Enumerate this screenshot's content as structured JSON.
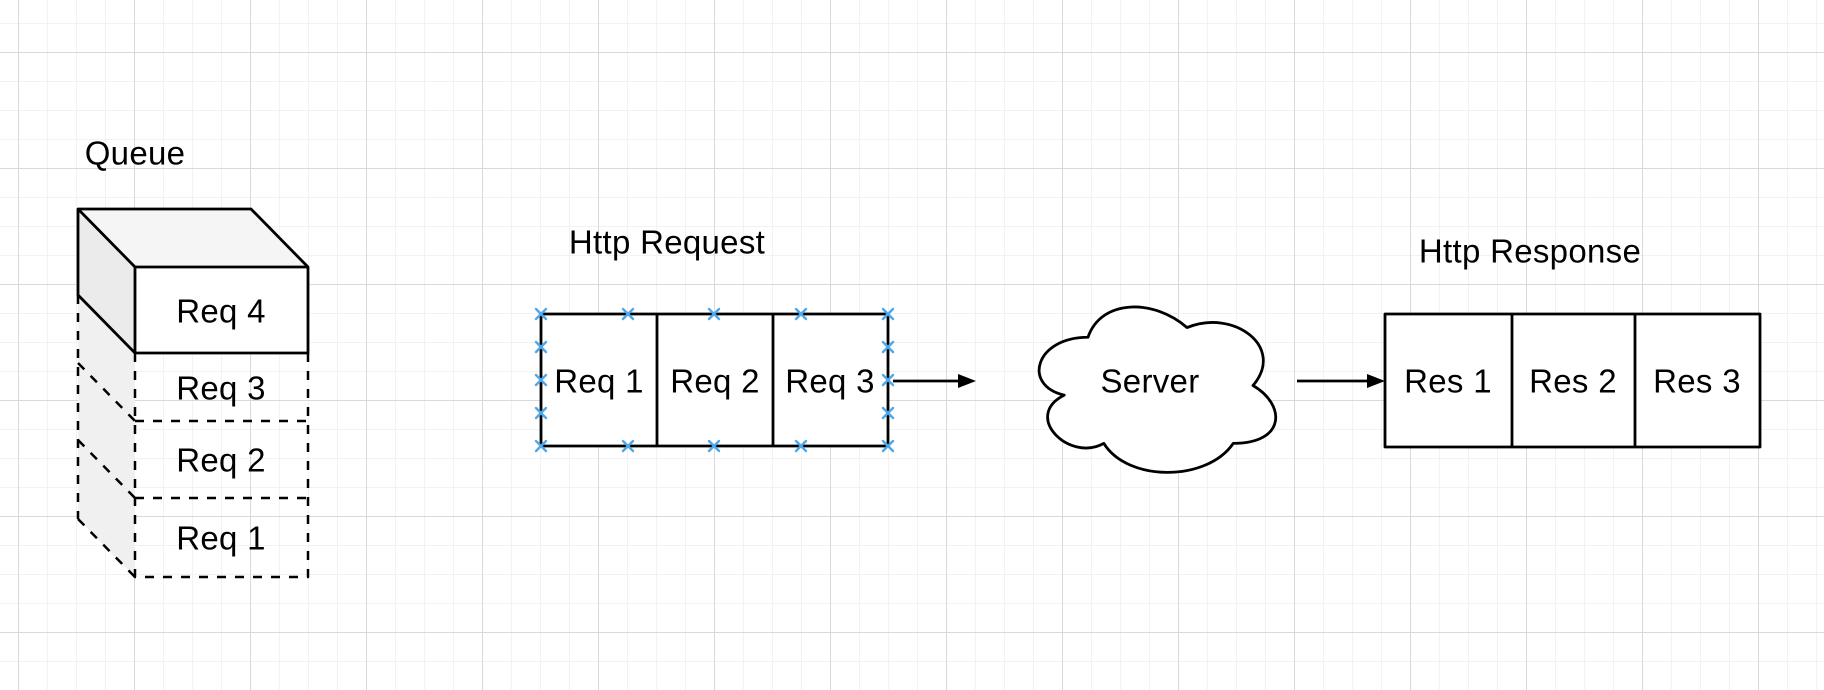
{
  "colors": {
    "canvas-bg": "#ffffff",
    "grid-minor": "#f2f2f2",
    "grid-major": "#d9d9d9",
    "stroke": "#000000",
    "shade-top": "#f5f5f5",
    "shade-side": "#ebebeb",
    "shade-dashed": "#f0f0f0",
    "handle": "#4fa8e8"
  },
  "diagram": {
    "queue": {
      "title": "Queue",
      "boxes": [
        "Req 4",
        "Req 3",
        "Req 2",
        "Req 1"
      ]
    },
    "http_request": {
      "title": "Http Request",
      "cells": [
        "Req 1",
        "Req 2",
        "Req 3"
      ]
    },
    "server": {
      "label": "Server"
    },
    "http_response": {
      "title": "Http Response",
      "cells": [
        "Res 1",
        "Res 2",
        "Res 3"
      ]
    }
  }
}
